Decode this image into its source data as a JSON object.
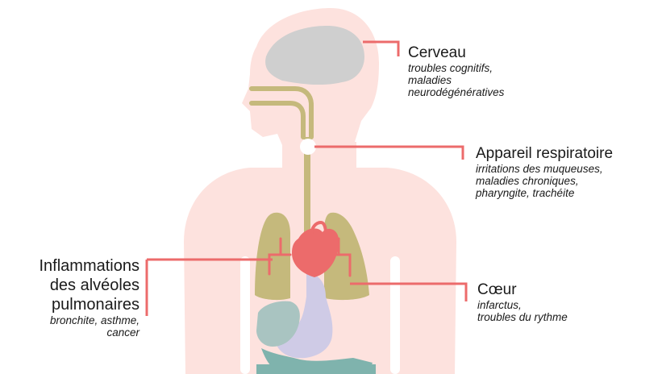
{
  "colors": {
    "body": "#fde2de",
    "brain": "#cfcfcf",
    "airway": "#c5b97c",
    "lungs": "#c5b97c",
    "heart": "#ec6b6b",
    "stomach": "#cfcbe6",
    "liver": "#a9c4c1",
    "intestine": "#7fb3ad",
    "callout_line": "#ec6b6b",
    "text": "#1a1a1a"
  },
  "callouts": {
    "brain": {
      "title": "Cerveau",
      "description": [
        "troubles cognitifs,",
        "maladies",
        "neurodégénératives"
      ]
    },
    "respiratory": {
      "title": "Appareil respiratoire",
      "description": [
        "irritations des muqueuses,",
        "maladies chroniques,",
        "pharyngite, trachéite"
      ]
    },
    "lungs": {
      "title": [
        "Inflammations",
        "des alvéoles",
        "pulmonaires"
      ],
      "description": [
        "bronchite, asthme,",
        "cancer"
      ]
    },
    "heart": {
      "title": "Cœur",
      "description": [
        "infarctus,",
        "troubles du rythme"
      ]
    }
  }
}
